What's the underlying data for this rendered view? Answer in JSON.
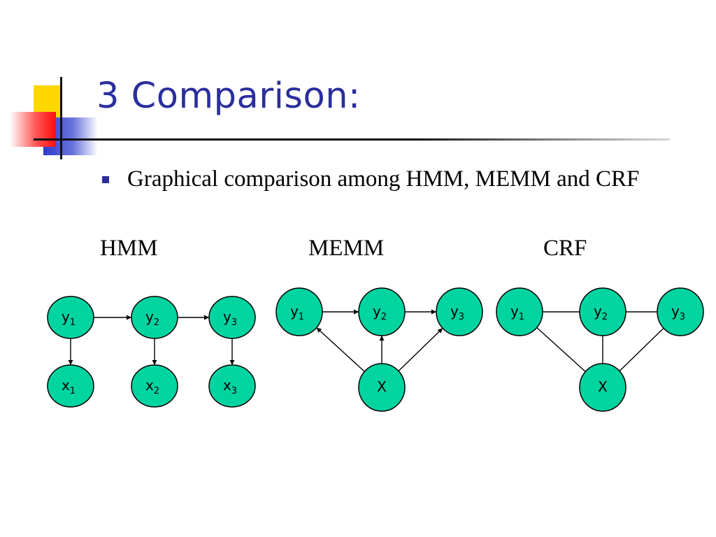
{
  "slide": {
    "title": "3 Comparison:",
    "bullet": "Graphical comparison among HMM, MEMM and CRF"
  },
  "diagrams": [
    {
      "label": "HMM",
      "nodes": [
        {
          "id": "y1",
          "base": "y",
          "sub": "1"
        },
        {
          "id": "y2",
          "base": "y",
          "sub": "2"
        },
        {
          "id": "y3",
          "base": "y",
          "sub": "3"
        },
        {
          "id": "x1",
          "base": "x",
          "sub": "1"
        },
        {
          "id": "x2",
          "base": "x",
          "sub": "2"
        },
        {
          "id": "x3",
          "base": "x",
          "sub": "3"
        }
      ],
      "edges": [
        {
          "from": "y1",
          "to": "y2",
          "directed": true
        },
        {
          "from": "y2",
          "to": "y3",
          "directed": true
        },
        {
          "from": "y1",
          "to": "x1",
          "directed": true
        },
        {
          "from": "y2",
          "to": "x2",
          "directed": true
        },
        {
          "from": "y3",
          "to": "x3",
          "directed": true
        }
      ]
    },
    {
      "label": "MEMM",
      "nodes": [
        {
          "id": "y1",
          "base": "y",
          "sub": "1"
        },
        {
          "id": "y2",
          "base": "y",
          "sub": "2"
        },
        {
          "id": "y3",
          "base": "y",
          "sub": "3"
        },
        {
          "id": "X",
          "base": "X",
          "sub": ""
        }
      ],
      "edges": [
        {
          "from": "y1",
          "to": "y2",
          "directed": true
        },
        {
          "from": "y2",
          "to": "y3",
          "directed": true
        },
        {
          "from": "X",
          "to": "y1",
          "directed": true
        },
        {
          "from": "X",
          "to": "y2",
          "directed": true
        },
        {
          "from": "X",
          "to": "y3",
          "directed": true
        }
      ]
    },
    {
      "label": "CRF",
      "nodes": [
        {
          "id": "y1",
          "base": "y",
          "sub": "1"
        },
        {
          "id": "y2",
          "base": "y",
          "sub": "2"
        },
        {
          "id": "y3",
          "base": "y",
          "sub": "3"
        },
        {
          "id": "X",
          "base": "X",
          "sub": ""
        }
      ],
      "edges": [
        {
          "from": "y1",
          "to": "y2",
          "directed": false
        },
        {
          "from": "y2",
          "to": "y3",
          "directed": false
        },
        {
          "from": "y1",
          "to": "X",
          "directed": false
        },
        {
          "from": "y2",
          "to": "X",
          "directed": false
        },
        {
          "from": "y3",
          "to": "X",
          "directed": false
        }
      ]
    }
  ],
  "colors": {
    "node_fill": "#00d4a0",
    "title": "#2b2e9c",
    "bullet": "#2b2e9c",
    "edge": "#000000"
  }
}
